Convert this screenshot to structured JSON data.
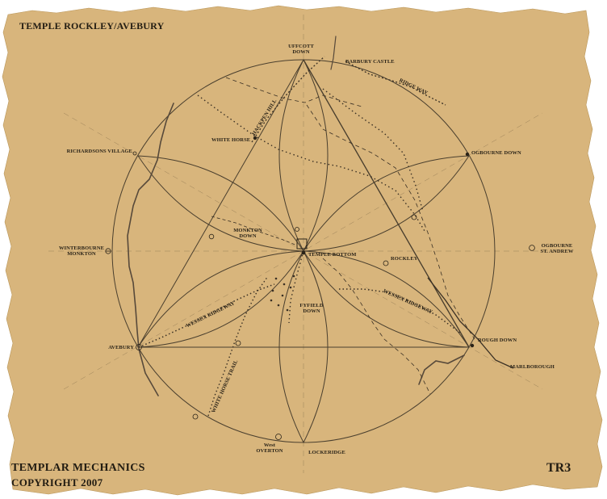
{
  "title": "TEMPLE ROCKLEY/AVEBURY",
  "footer": {
    "line1": "TEMPLAR MECHANICS",
    "line2": "COPYRIGHT 2007",
    "code": "TR3"
  },
  "places": {
    "uffcott_down": "UFFCOTT\nDOWN",
    "barbury_castle": "BARBURY CASTLE",
    "ridge_way": "RIDGE WAY",
    "hackpen_hill": "HACKPEN HILL",
    "white_horse": "WHITE HORSE",
    "richardsons_village": "RICHARDSONS VILLAGE",
    "ogbourne_down": "OGBOURNE DOWN",
    "monkton_down": "MONKTON\nDOWN",
    "winterbourne_monkton": "WINTERBOURNE\nMONKTON",
    "temple_bottom": "TEMPLE BOTTOM",
    "rockley": "ROCKLEY",
    "ogbourne_st_andrew": "OGBOURNE\nST. ANDREW",
    "wessex_ridgeway_w": "WESSEX RIDGEWAY",
    "wessex_ridgeway_e": "WESSEX RIDGEWAY",
    "fyfield_down": "FYFIELD\nDOWN",
    "avebury": "AVEBURY",
    "rough_down": "ROUGH DOWN",
    "marlborough": "MARLBOROUGH",
    "white_horse_trail": "WHITE HORSE TRAIL",
    "west_overton": "West\nOVERTON",
    "lockeridge": "LOCKERIDGE"
  },
  "colors": {
    "paper": "#d8b57c",
    "ink": "#2a2318",
    "line": "#4a3f2e"
  }
}
